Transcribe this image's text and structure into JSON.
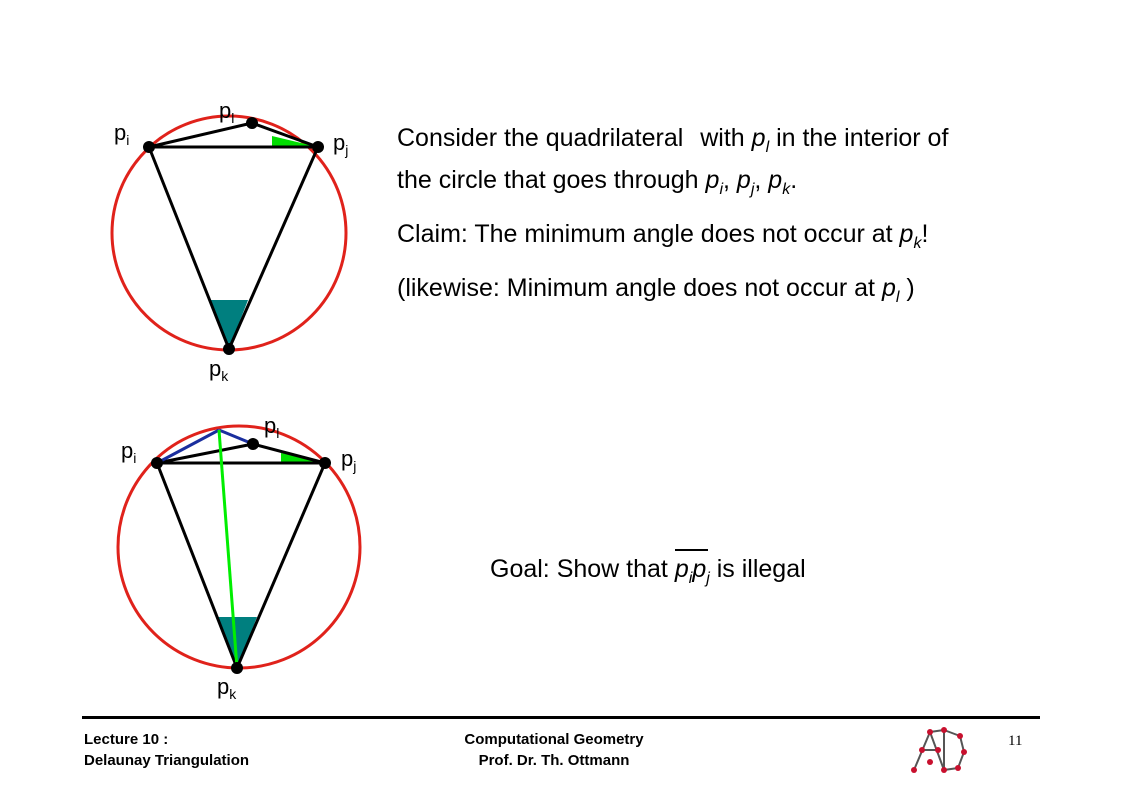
{
  "points": {
    "pi": "p",
    "pi_sub": "i",
    "pj": "p",
    "pj_sub": "j",
    "pk": "p",
    "pk_sub": "k",
    "pl": "p",
    "pl_sub": "l"
  },
  "text": {
    "line1_a": "Consider the quadrilateral",
    "line1_b": "with",
    "line1_p": "p",
    "line1_p_sub": "l",
    "line1_c": "in the interior of",
    "line2_a": "the circle that goes through",
    "line2_p1": "p",
    "line2_p1_sub": "i",
    "line2_sep1": ",",
    "line2_p2": "p",
    "line2_p2_sub": "j",
    "line2_sep2": ",",
    "line2_p3": "p",
    "line2_p3_sub": "k",
    "line2_end": ".",
    "claim_a": "Claim:  The minimum angle does not occur at",
    "claim_p": "p",
    "claim_p_sub": "k",
    "claim_end": "!",
    "likewise_a": "(likewise:  Minimum angle does not occur at",
    "likewise_p": "p",
    "likewise_p_sub": "l",
    "likewise_end": ")"
  },
  "goal": {
    "prefix": "Goal: Show that",
    "p1": "p",
    "p1_sub": "i",
    "p2": "p",
    "p2_sub": "j",
    "suffix": "is  illegal"
  },
  "footer": {
    "lecture": "Lecture 10 :",
    "topic": "Delaunay Triangulation",
    "course": "Computational Geometry",
    "professor": "Prof. Dr. Th. Ottmann",
    "page": "11"
  },
  "colors": {
    "circle": "#e0221b",
    "edge": "#000000",
    "angle_small": "#00dd00",
    "angle_k": "#007f7f",
    "diagonal": "#00ee00",
    "blue_edge": "#1a2e9e",
    "logo": "#c8102e"
  }
}
